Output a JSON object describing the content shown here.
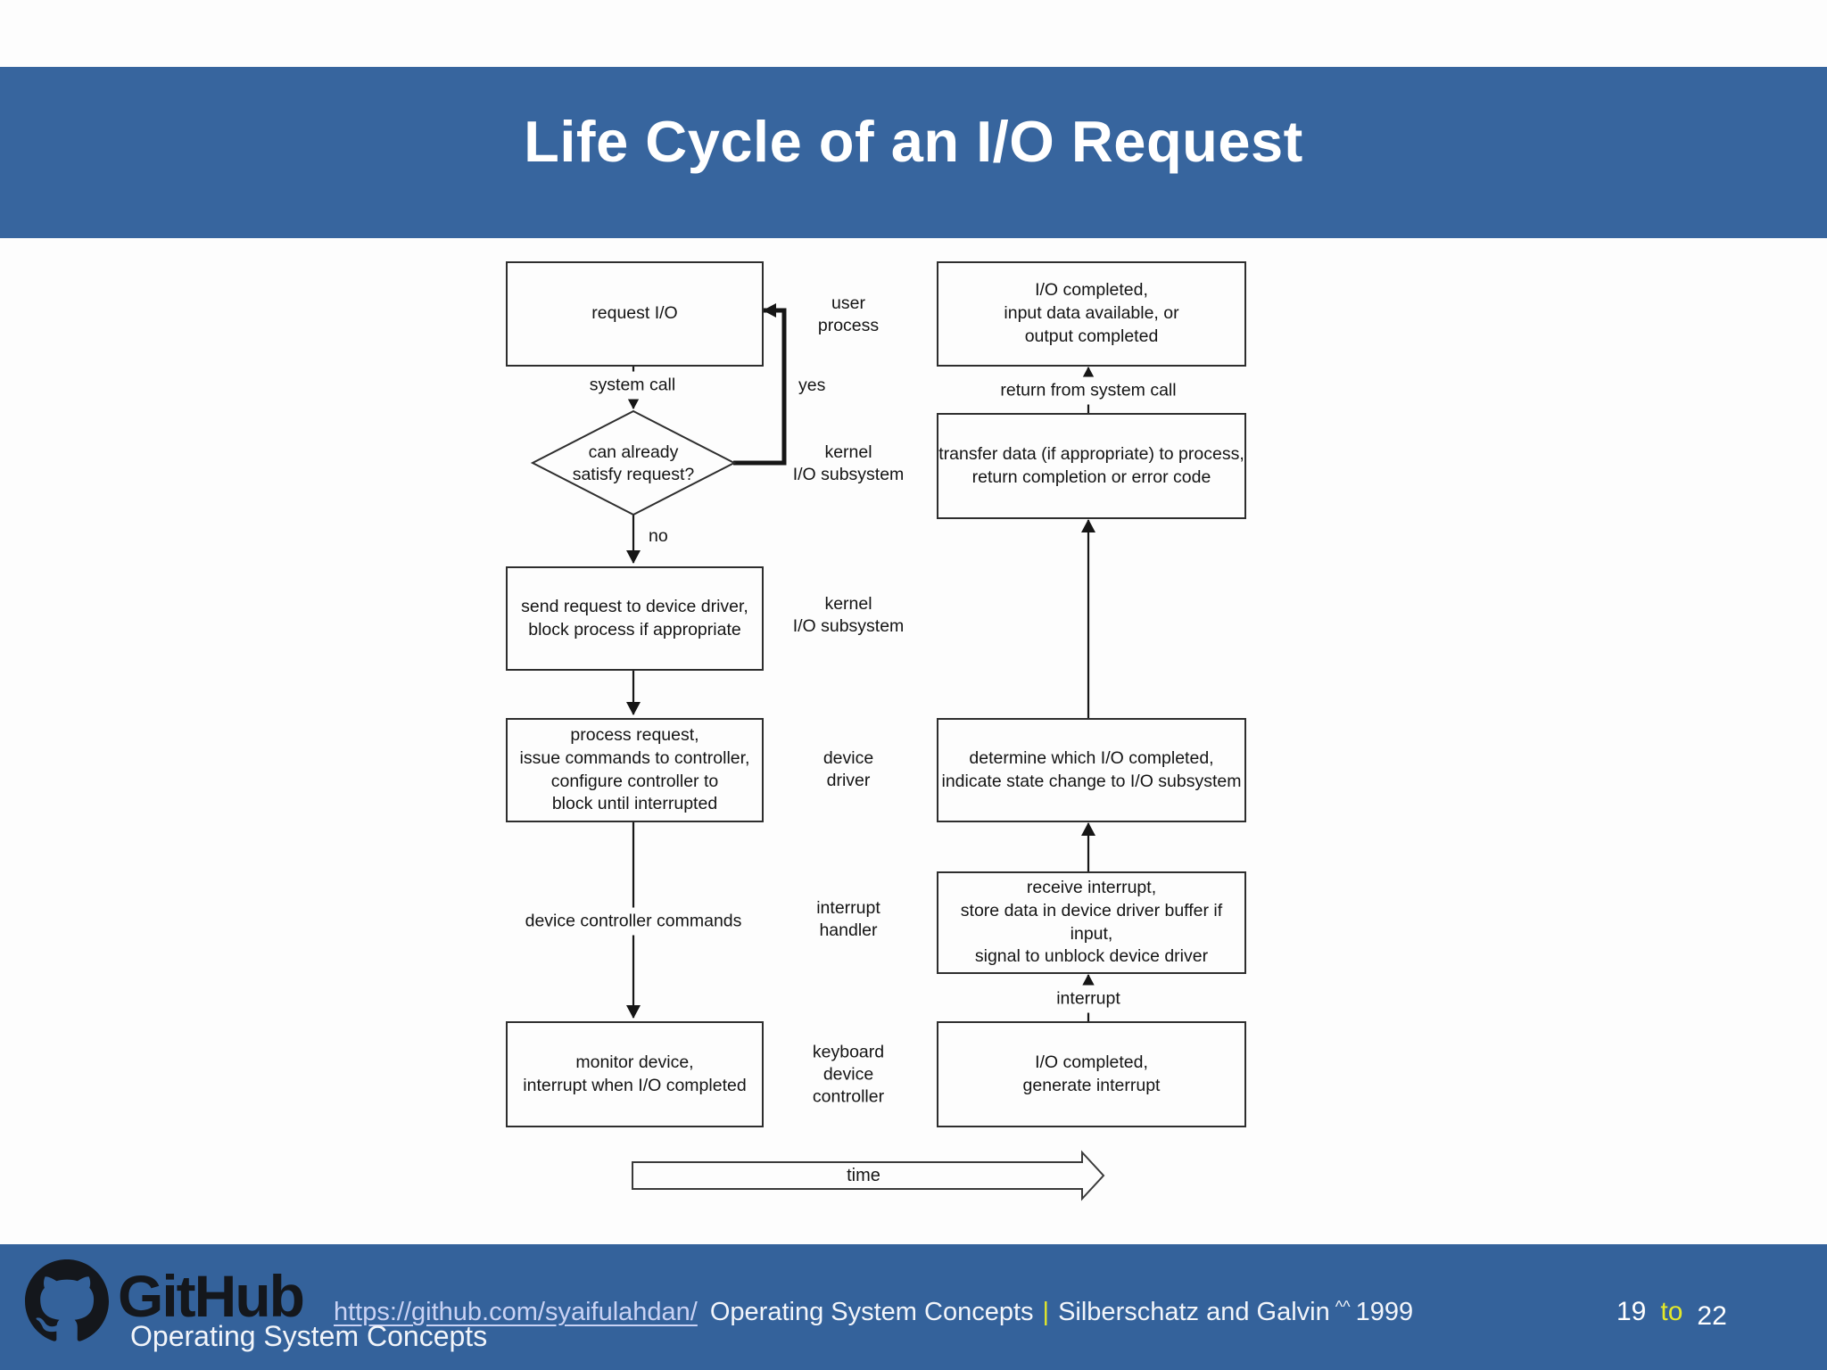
{
  "slide": {
    "title": "Life Cycle of an I/O Request"
  },
  "flowchart": {
    "boxes": {
      "request_io": "request I/O",
      "decision": "can already\nsatisfy request?",
      "send_request": "send request to device driver,\nblock process if appropriate",
      "process_request": "process request,\nissue commands to controller,\nconfigure controller to\nblock until interrupted",
      "monitor_device": "monitor device,\ninterrupt when I/O completed",
      "io_completed_top": "I/O completed,\ninput data available, or\noutput completed",
      "transfer_data": "transfer data (if appropriate) to process,\nreturn completion or error code",
      "determine_io": "determine which I/O completed,\nindicate state change to I/O subsystem",
      "receive_interrupt": "receive interrupt,\nstore data in device driver buffer if input,\nsignal to unblock device driver",
      "io_completed_bottom": "I/O completed,\ngenerate interrupt"
    },
    "edge_labels": {
      "system_call": "system call",
      "yes": "yes",
      "no": "no",
      "device_controller_commands": "device controller commands",
      "return_from_system_call": "return from system call",
      "interrupt": "interrupt",
      "time": "time"
    },
    "layer_labels": {
      "user_process": "user\nprocess",
      "kernel_io_subsystem_1": "kernel\nI/O subsystem",
      "kernel_io_subsystem_2": "kernel\nI/O subsystem",
      "device_driver": "device\ndriver",
      "interrupt_handler": "interrupt\nhandler",
      "keyboard_device_controller": "keyboard\ndevice\ncontroller"
    }
  },
  "footer": {
    "github_wordmark": "GitHub",
    "repo_link": "https://github.com/syaifulahdan/",
    "course": "Operating System Concepts",
    "separator": "|",
    "authors": "Silberschatz and Galvin",
    "caret_mark": "^^",
    "year": "1999",
    "course_line2": "Operating System Concepts",
    "page_start": "19",
    "page_to": "to",
    "page_end": "22"
  },
  "colors": {
    "banner_blue": "#37659e",
    "footer_blue": "#34629b",
    "link_lavender": "#c9d2f4",
    "accent_yellow": "#e3e829",
    "github_dark": "#14171c",
    "diagram_ink": "#141414"
  }
}
